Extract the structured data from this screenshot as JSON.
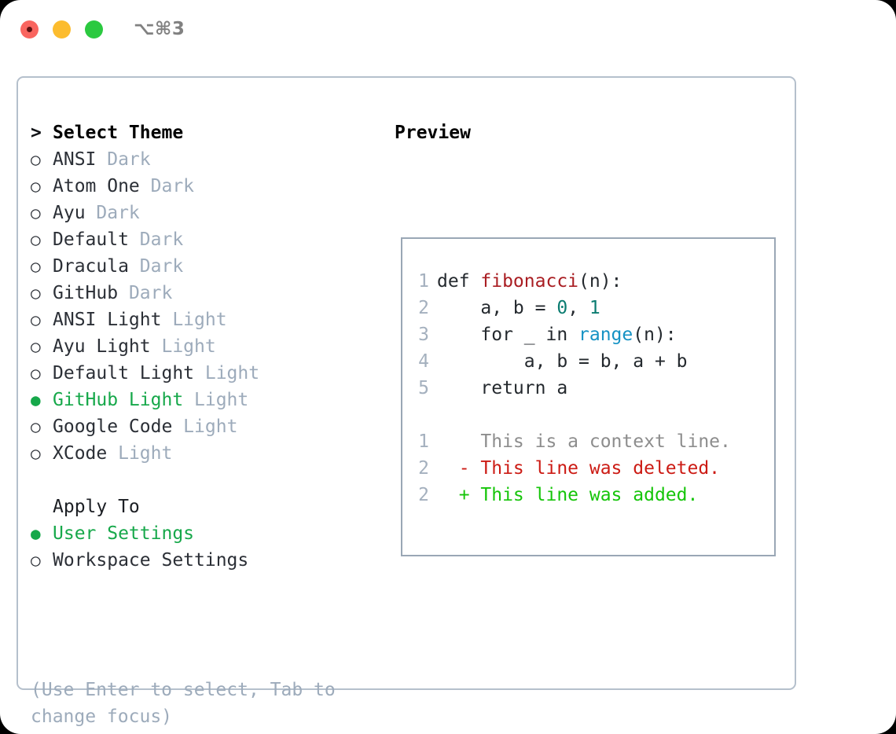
{
  "window": {
    "shortcut": "⌥⌘3",
    "traffic_lights": [
      {
        "name": "close",
        "color": "#f9655f"
      },
      {
        "name": "minimize",
        "color": "#fcbc2e"
      },
      {
        "name": "maximize",
        "color": "#2bc940"
      }
    ]
  },
  "theme_picker": {
    "prompt_marker": ">",
    "heading": "Select Theme",
    "marker_selected": "●",
    "marker_unselected": "○",
    "items": [
      {
        "name": "ANSI",
        "variant": "Dark",
        "selected": false
      },
      {
        "name": "Atom One",
        "variant": "Dark",
        "selected": false
      },
      {
        "name": "Ayu",
        "variant": "Dark",
        "selected": false
      },
      {
        "name": "Default",
        "variant": "Dark",
        "selected": false
      },
      {
        "name": "Dracula",
        "variant": "Dark",
        "selected": false
      },
      {
        "name": "GitHub",
        "variant": "Dark",
        "selected": false
      },
      {
        "name": "ANSI Light",
        "variant": "Light",
        "selected": false
      },
      {
        "name": "Ayu Light",
        "variant": "Light",
        "selected": false
      },
      {
        "name": "Default Light",
        "variant": "Light",
        "selected": false
      },
      {
        "name": "GitHub Light",
        "variant": "Light",
        "selected": true
      },
      {
        "name": "Google Code",
        "variant": "Light",
        "selected": false
      },
      {
        "name": "XCode",
        "variant": "Light",
        "selected": false
      }
    ]
  },
  "apply_to": {
    "heading": "Apply To",
    "options": [
      {
        "label": "User Settings",
        "selected": true
      },
      {
        "label": "Workspace Settings",
        "selected": false
      }
    ]
  },
  "hint": "(Use Enter to select, Tab to change focus)",
  "preview": {
    "title": "Preview",
    "code_lines": [
      {
        "no": "1",
        "tokens": [
          {
            "t": "def ",
            "c": "plain"
          },
          {
            "t": "fibonacci",
            "c": "fn"
          },
          {
            "t": "(n):",
            "c": "plain"
          }
        ]
      },
      {
        "no": "2",
        "tokens": [
          {
            "t": "    a, b = ",
            "c": "plain"
          },
          {
            "t": "0",
            "c": "num"
          },
          {
            "t": ", ",
            "c": "plain"
          },
          {
            "t": "1",
            "c": "num"
          }
        ]
      },
      {
        "no": "3",
        "tokens": [
          {
            "t": "    for _ in ",
            "c": "plain"
          },
          {
            "t": "range",
            "c": "builtin"
          },
          {
            "t": "(n):",
            "c": "plain"
          }
        ]
      },
      {
        "no": "4",
        "tokens": [
          {
            "t": "        a, b = b, a + b",
            "c": "plain"
          }
        ]
      },
      {
        "no": "5",
        "tokens": [
          {
            "t": "    return a",
            "c": "plain"
          }
        ]
      }
    ],
    "diff_lines": [
      {
        "no": "1",
        "sign": " ",
        "text": "This is a context line.",
        "kind": "ctx"
      },
      {
        "no": "2",
        "sign": "-",
        "text": "This line was deleted.",
        "kind": "del"
      },
      {
        "no": "2",
        "sign": "+",
        "text": "This line was added.",
        "kind": "add"
      }
    ]
  }
}
